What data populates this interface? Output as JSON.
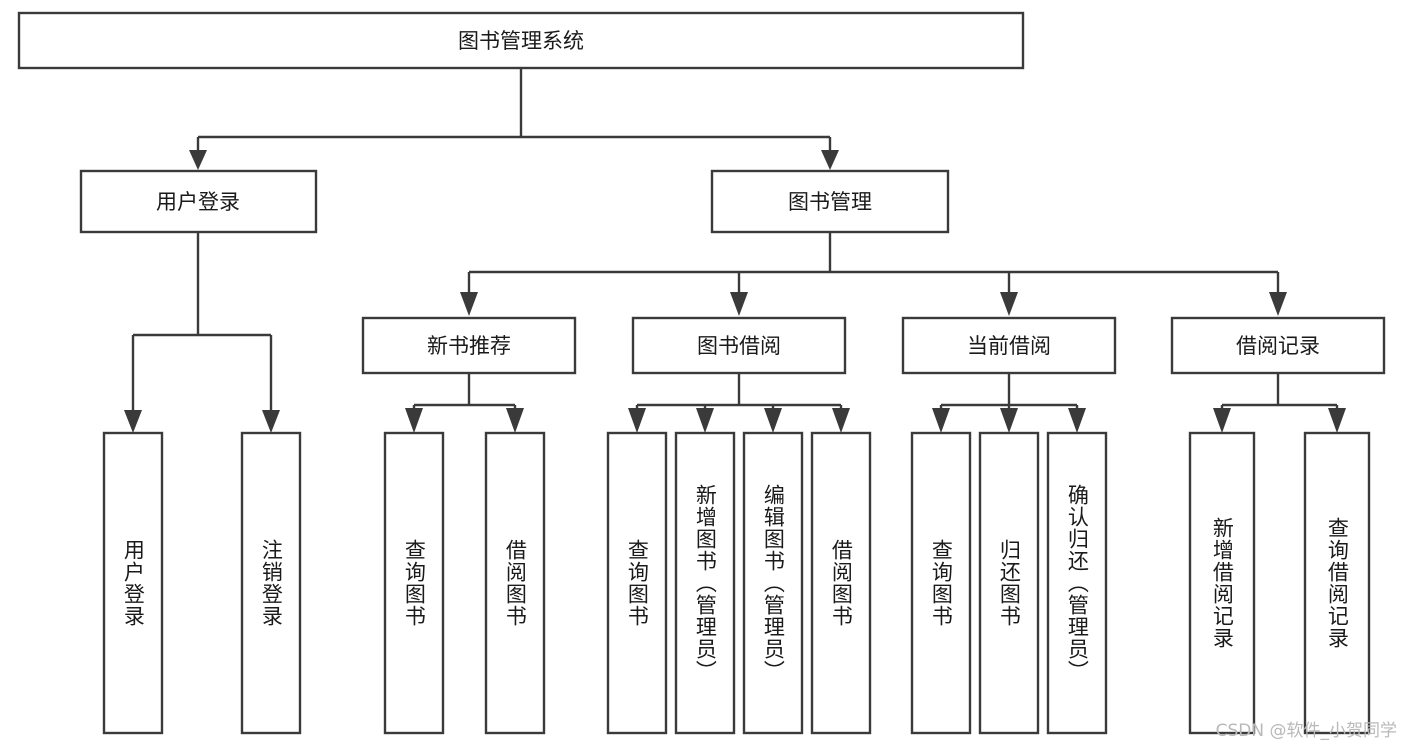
{
  "diagram": {
    "title": "图书管理系统",
    "type": "tree-hierarchy",
    "watermark": "CSDN @软件_小贺同学",
    "colors": {
      "stroke": "#3a3a3a",
      "fill": "#ffffff",
      "text": "#1a1a1a",
      "watermark": "#b9b9b9"
    },
    "root": {
      "label": "图书管理系统"
    },
    "level1": [
      {
        "label": "用户登录"
      },
      {
        "label": "图书管理"
      }
    ],
    "level2": [
      {
        "label": "新书推荐"
      },
      {
        "label": "图书借阅"
      },
      {
        "label": "当前借阅"
      },
      {
        "label": "借阅记录"
      }
    ],
    "leaves": {
      "user_login": [
        {
          "label": "用户登录"
        },
        {
          "label": "注销登录"
        }
      ],
      "new_book_recommend": [
        {
          "label": "查询图书"
        },
        {
          "label": "借阅图书"
        }
      ],
      "book_borrow": [
        {
          "label": "查询图书"
        },
        {
          "label": "新增图书（管理员）"
        },
        {
          "label": "编辑图书（管理员）"
        },
        {
          "label": "借阅图书"
        }
      ],
      "current_borrow": [
        {
          "label": "查询图书"
        },
        {
          "label": "归还图书"
        },
        {
          "label": "确认归还（管理员）"
        }
      ],
      "borrow_record": [
        {
          "label": "新增借阅记录"
        },
        {
          "label": "查询借阅记录"
        }
      ]
    }
  }
}
